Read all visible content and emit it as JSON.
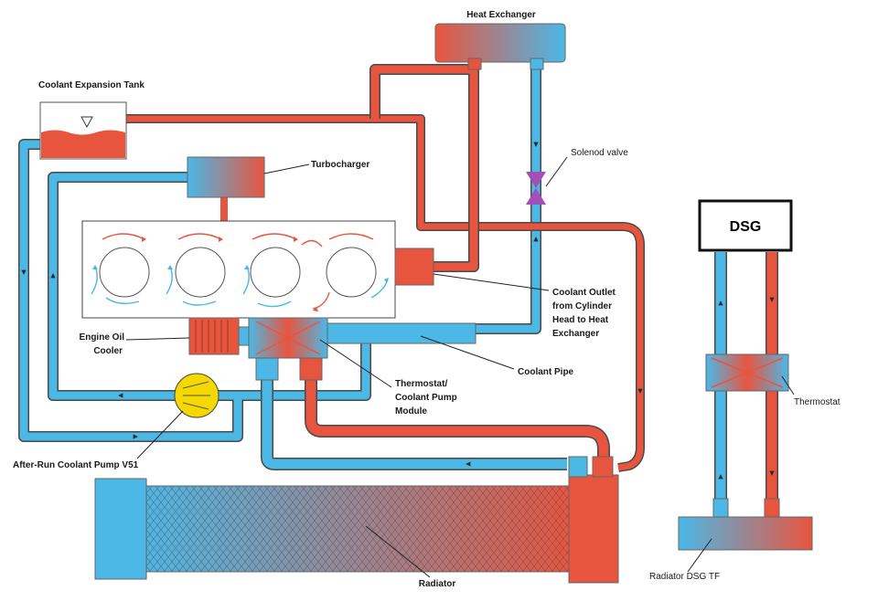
{
  "labels": {
    "heat_exchanger": "Heat Exchanger",
    "coolant_expansion_tank": "Coolant Expansion Tank",
    "solenoid_valve": "Solenod valve",
    "turbocharger": "Turbocharger",
    "dsg": "DSG",
    "coolant_outlet_line1": "Coolant Outlet",
    "coolant_outlet_line2": "from Cylinder",
    "coolant_outlet_line3": "Head to Heat",
    "coolant_outlet_line4": "Exchanger",
    "engine_oil_cooler_line1": "Engine Oil",
    "engine_oil_cooler_line2": "Cooler",
    "coolant_pipe": "Coolant Pipe",
    "thermostat_module_line1": "Thermostat/",
    "thermostat_module_line2": "Coolant Pump",
    "thermostat_module_line3": "Module",
    "thermostat": "Thermostat",
    "after_run_pump": "After-Run Coolant Pump V51",
    "radiator": "Radiator",
    "radiator_dsg": "Radiator DSG TF"
  },
  "colors": {
    "hot": "#e8553f",
    "cold": "#4bb8e6",
    "valve": "#a24fb8",
    "pump": "#f5d800",
    "outline": "#555555"
  }
}
